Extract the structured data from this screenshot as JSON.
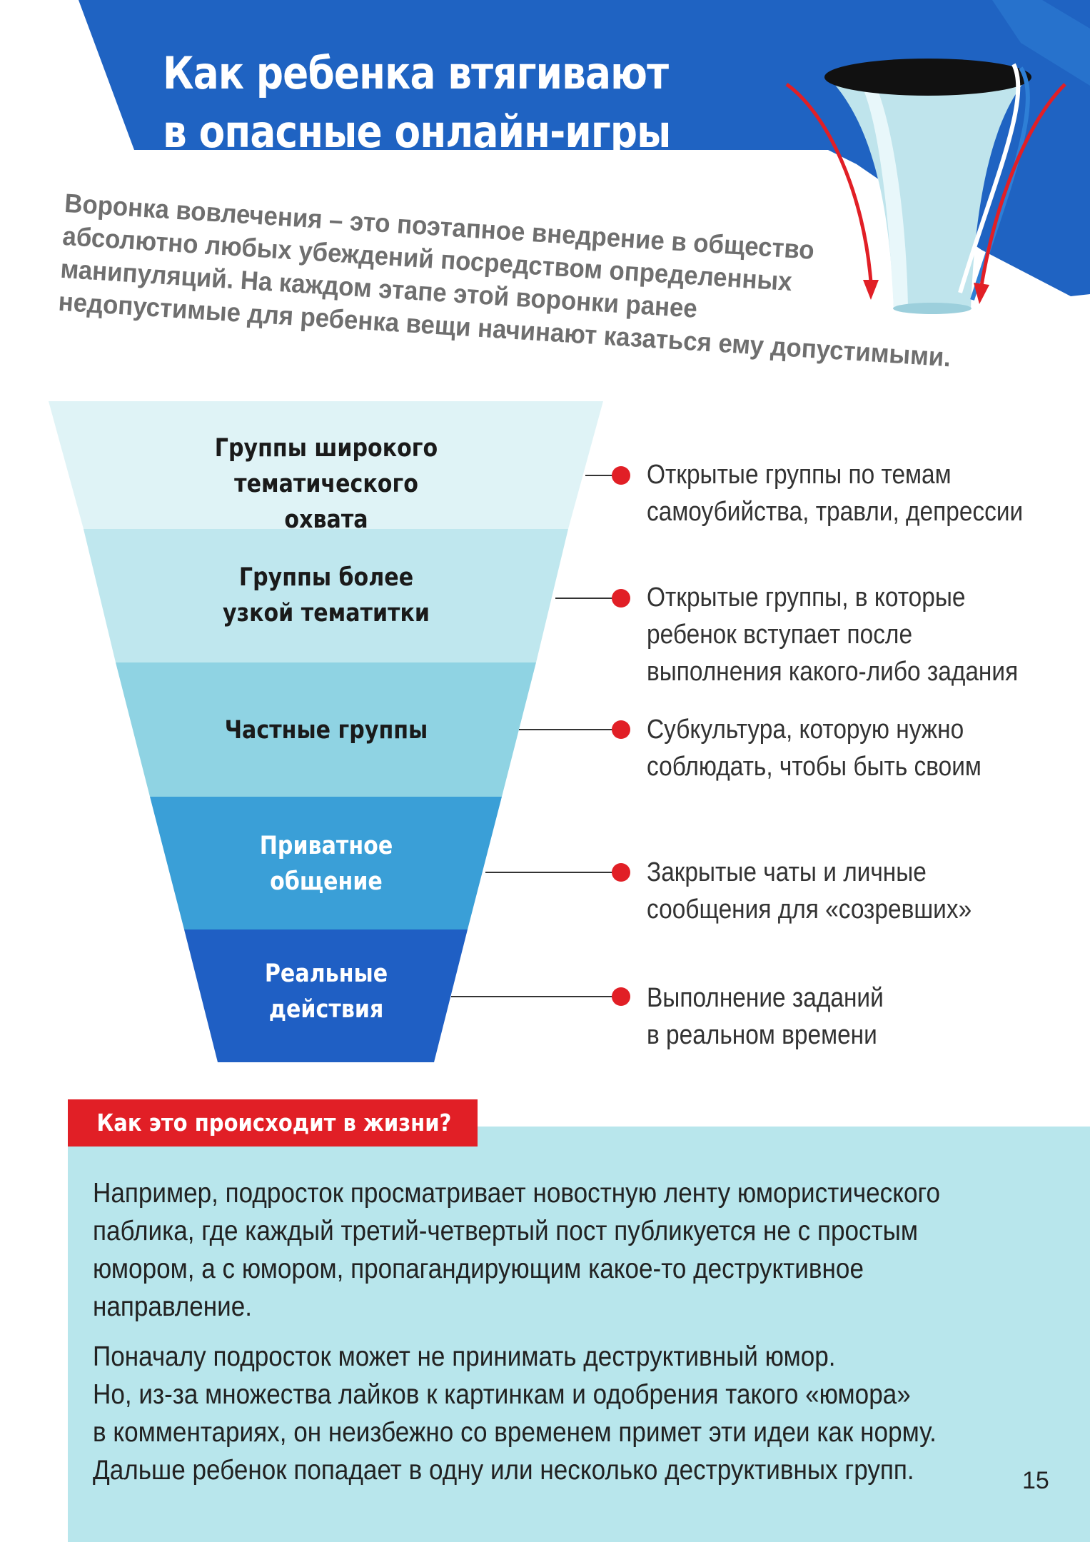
{
  "header": {
    "title_lines": [
      "Как ребенка втягивают",
      "в опасные онлайн-игры"
    ],
    "colors": {
      "band": "#1f63c2",
      "band_light": "#2e7fd6",
      "white_stripe": "#ffffff",
      "arrow_red": "#e11f26"
    }
  },
  "intro": {
    "lines": [
      "Воронка вовлечения – это поэтапное внедрение в общество",
      "абсолютно любых убеждений посредством определенных",
      "манипуляций. На каждом этапе этой воронки ранее",
      "недопустимые для ребенка вещи начинают казаться ему допустимыми."
    ]
  },
  "funnel": {
    "stages": [
      {
        "label_lines": [
          "Группы широкого",
          "тематического охвата"
        ],
        "color": "#dff3f6",
        "text_color": "#1a1a1a",
        "description_lines": [
          "Открытые группы по темам",
          "самоубийства, травли, депрессии"
        ]
      },
      {
        "label_lines": [
          "Группы более",
          "узкой тематитки"
        ],
        "color": "#bfe7ee",
        "text_color": "#1a1a1a",
        "description_lines": [
          "Открытые группы, в которые",
          "ребенок вступает после",
          "выполнения какого-либо задания"
        ]
      },
      {
        "label_lines": [
          "Частные группы"
        ],
        "color": "#8fd3e3",
        "text_color": "#1a1a1a",
        "description_lines": [
          "Субкультура, которую нужно",
          "соблюдать, чтобы быть своим"
        ]
      },
      {
        "label_lines": [
          "Приватное",
          "общение"
        ],
        "color": "#3a9fd7",
        "text_color": "#ffffff",
        "description_lines": [
          "Закрытые чаты и личные",
          "сообщения для «созревших»"
        ]
      },
      {
        "label_lines": [
          "Реальные",
          "действия"
        ],
        "color": "#1f5fc4",
        "text_color": "#ffffff",
        "description_lines": [
          "Выполнение заданий",
          "в реальном времени"
        ]
      }
    ],
    "bullet_color": "#e11f26"
  },
  "how": {
    "label": "Как это происходит в жизни?",
    "paragraphs": [
      [
        "Например, подросток просматривает новостную ленту юмористического",
        "паблика, где каждый третий-четвертый пост публикуется не с простым",
        "юмором, а с юмором, пропагандирующим какое-то деструктивное",
        "направление."
      ],
      [
        "Поначалу подросток может не принимать деструктивный юмор.",
        "Но, из-за множества лайков к картинкам и одобрения такого «юмора»",
        "в комментариях, он неизбежно со временем примет эти идеи как норму.",
        "Дальше ребенок попадает в одну или несколько деструктивных групп."
      ]
    ]
  },
  "page_number": "15"
}
